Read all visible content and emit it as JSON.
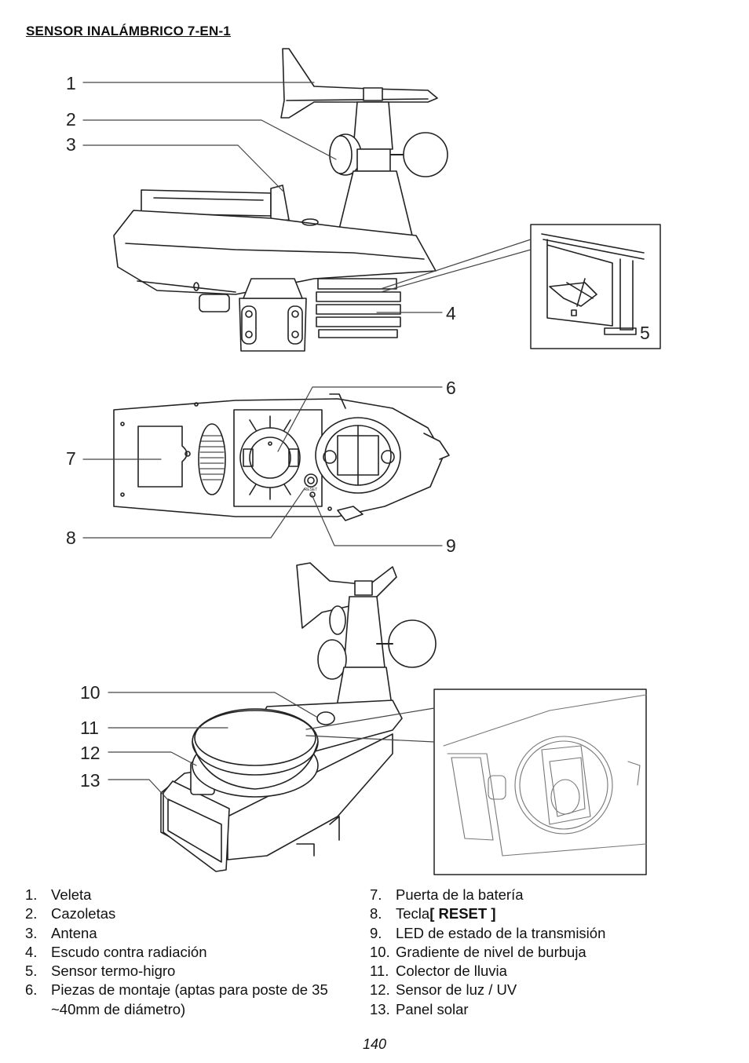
{
  "title": "SENSOR INALÁMBRICO 7-EN-1",
  "callouts": [
    "1",
    "2",
    "3",
    "4",
    "5",
    "6",
    "7",
    "8",
    "9",
    "10",
    "11",
    "12",
    "13"
  ],
  "parts_left": [
    {
      "n": "1.",
      "text": "Veleta"
    },
    {
      "n": "2.",
      "text": "Cazoletas"
    },
    {
      "n": "3.",
      "text": "Antena"
    },
    {
      "n": "4.",
      "text": "Escudo contra radiación"
    },
    {
      "n": "5.",
      "text": "Sensor termo-higro"
    },
    {
      "n": "6.",
      "text": "Piezas de montaje (aptas para poste de 35",
      "cont": "~40mm de diámetro)"
    }
  ],
  "parts_right": [
    {
      "n": "7.",
      "text": "Puerta de la batería"
    },
    {
      "n": "8.",
      "text": "Tecla",
      "bold": "[ RESET ]"
    },
    {
      "n": "9.",
      "text": "LED de estado de la transmisión"
    },
    {
      "n": "10.",
      "text": "Gradiente de nivel de burbuja"
    },
    {
      "n": "11.",
      "text": "Colector de lluvia"
    },
    {
      "n": "12.",
      "text": "Sensor de luz / UV"
    },
    {
      "n": "13.",
      "text": "Panel solar"
    }
  ],
  "reset_mark": "RESET",
  "page_number": "140"
}
